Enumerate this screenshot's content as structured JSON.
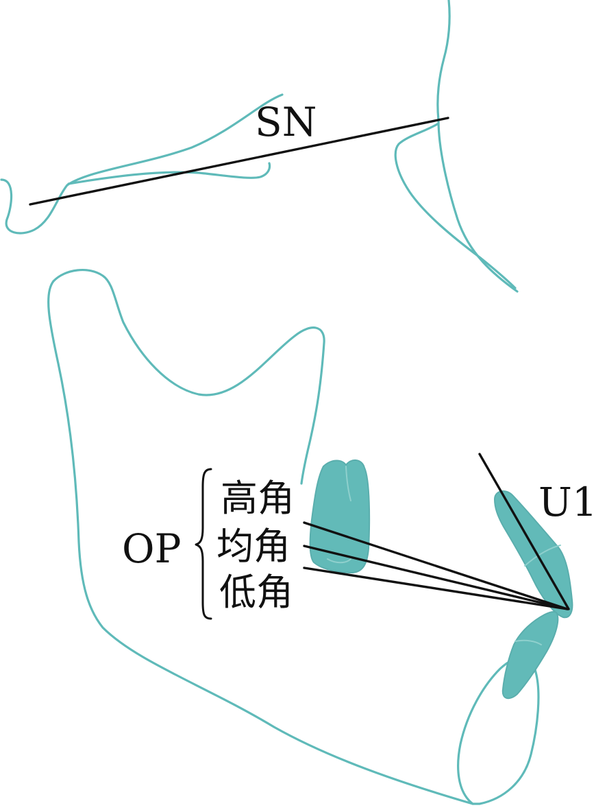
{
  "labels": {
    "sn": "SN",
    "u1": "U1",
    "op": "OP",
    "high_angle": "高角",
    "average_angle": "均角",
    "low_angle": "低角"
  },
  "colors": {
    "outline": "#5fbab9",
    "tooth_fill": "#62bab8",
    "lines": "#111111",
    "background": "#ffffff"
  }
}
